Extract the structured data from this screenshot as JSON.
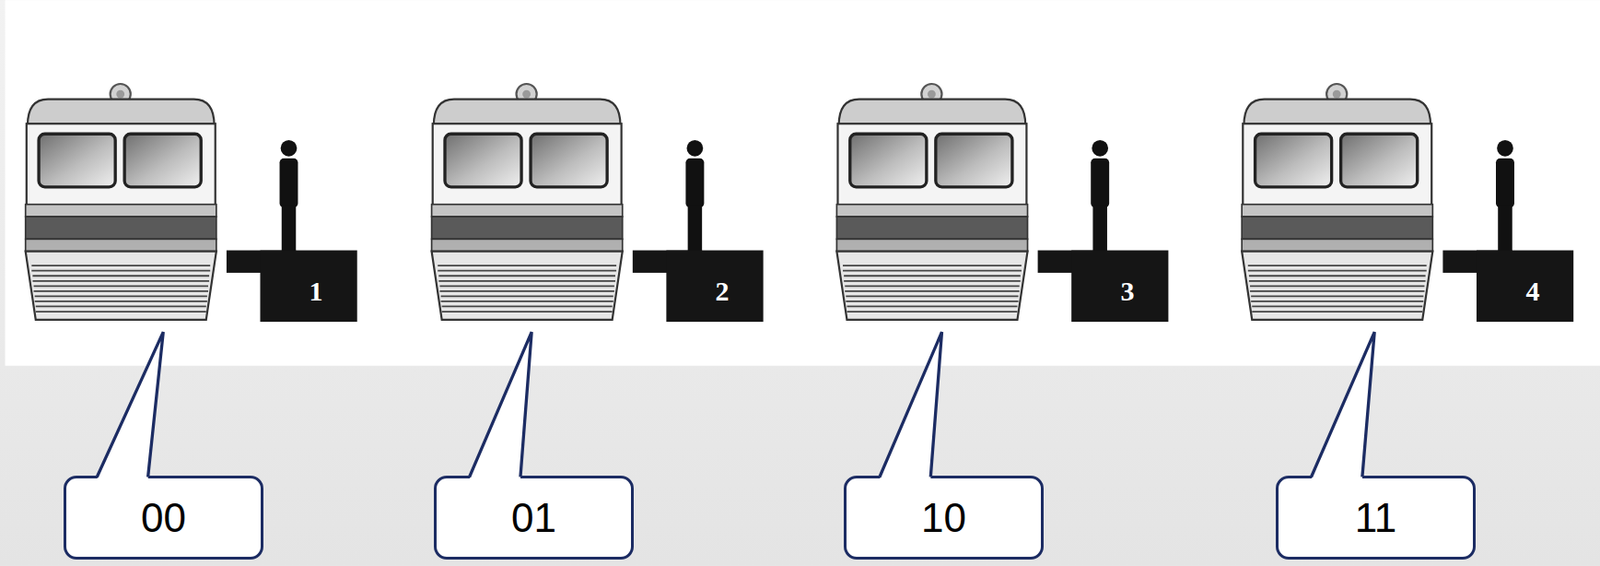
{
  "diagram": {
    "nodes": [
      {
        "text": [
          "00"
        ]
      },
      {
        "text": [
          "01"
        ]
      },
      {
        "text": [
          "10"
        ]
      },
      {
        "text": [
          "11"
        ]
      }
    ],
    "labels": [
      "1",
      "2",
      "3",
      "4"
    ]
  }
}
